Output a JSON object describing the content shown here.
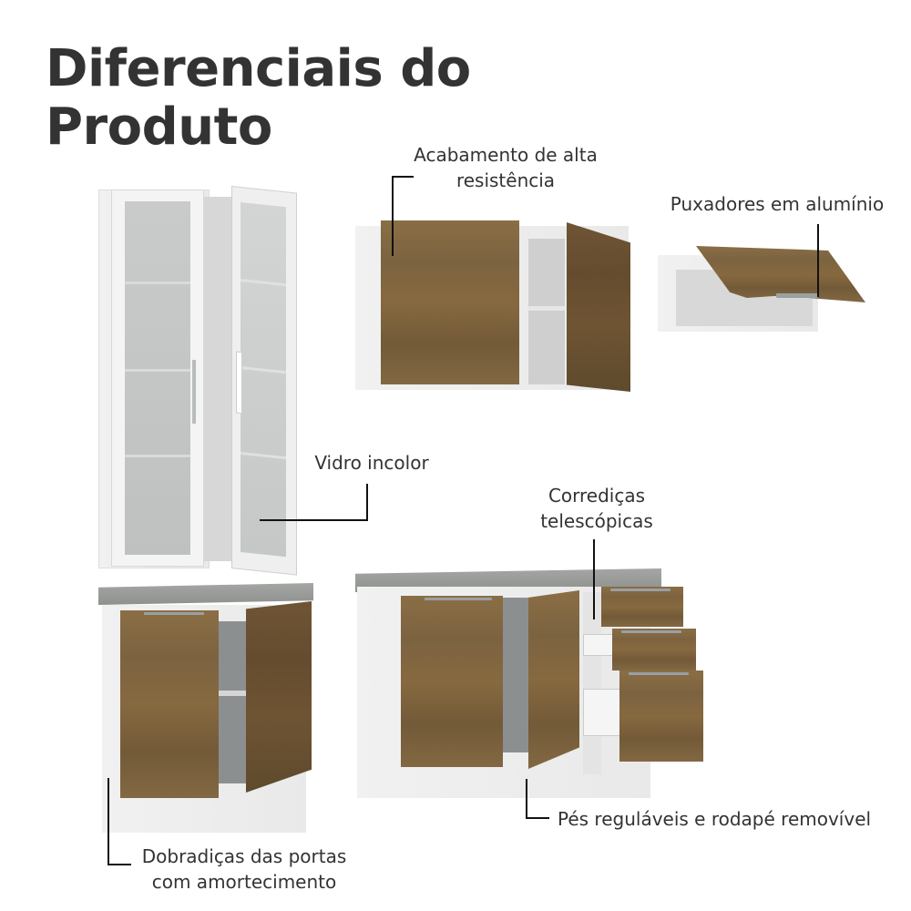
{
  "header": {
    "title_line1": "Diferenciais do",
    "title_line2": "Produto"
  },
  "features": [
    {
      "id": "finish",
      "line1": "Acabamento de alta",
      "line2": "resistência"
    },
    {
      "id": "handles",
      "line1": "Puxadores em alumínio"
    },
    {
      "id": "glass",
      "line1": "Vidro incolor"
    },
    {
      "id": "slides",
      "line1": "Corrediças",
      "line2": "telescópicas"
    },
    {
      "id": "feet",
      "line1": "Pés reguláveis e rodapé removível"
    },
    {
      "id": "hinges",
      "line1": "Dobradiças das portas",
      "line2": "com amortecimento"
    }
  ],
  "products": [
    {
      "name": "glass-cabinet",
      "finish": "white"
    },
    {
      "name": "wall-cabinet-2-doors",
      "finish": "wood"
    },
    {
      "name": "wall-cabinet-flip-door",
      "finish": "wood"
    },
    {
      "name": "base-cabinet-2-doors",
      "finish": "wood"
    },
    {
      "name": "base-cabinet-2-doors-3-drawers",
      "finish": "wood"
    }
  ],
  "colors": {
    "text": "#333333",
    "wood": "#826842",
    "wood_dark": "#654c2f",
    "stone": "#9a9d9a",
    "white": "#f1f1f1",
    "leader_line": "#111111"
  }
}
